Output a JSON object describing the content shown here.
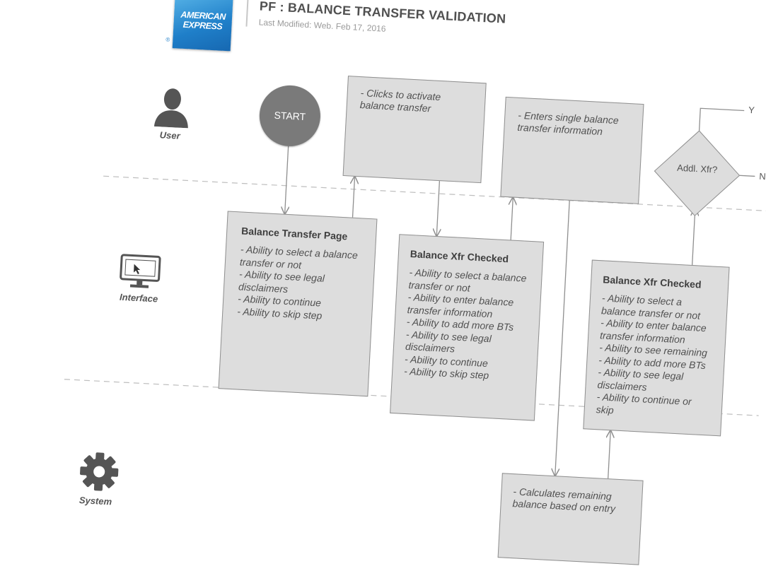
{
  "header": {
    "logo_line1": "AMERICAN",
    "logo_line2": "EXPRESS",
    "logo_registered": "®",
    "title": "PF : BALANCE TRANSFER VALIDATION",
    "last_modified": "Last Modified: Web. Feb 17, 2016"
  },
  "lanes": [
    {
      "label": "User",
      "icon": "user-icon"
    },
    {
      "label": "Interface",
      "icon": "monitor-icon"
    },
    {
      "label": "System",
      "icon": "gear-icon"
    }
  ],
  "start": {
    "label": "START"
  },
  "user_notes": [
    {
      "text": "- Clicks to activate balance transfer"
    },
    {
      "text": "- Enters single balance transfer information"
    }
  ],
  "interface_boxes": [
    {
      "heading": "Balance Transfer Page",
      "items": [
        "- Ability to select a balance transfer or not",
        "- Ability to see legal disclaimers",
        "- Ability to continue",
        "- Ability to skip step"
      ]
    },
    {
      "heading": "Balance Xfr Checked",
      "items": [
        "- Ability to select a balance transfer or not",
        "- Ability to enter balance transfer information",
        "- Ability to add more BTs",
        "- Ability to see legal disclaimers",
        "- Ability to continue",
        "- Ability to skip step"
      ]
    },
    {
      "heading": "Balance Xfr Checked",
      "items": [
        "- Ability to select a balance transfer or not",
        "- Ability to enter balance transfer information",
        "- Ability to see remaining",
        "- Ability to add more BTs",
        "- Ability to see legal disclaimers",
        "- Ability to continue or skip"
      ]
    }
  ],
  "system_note": {
    "text": "- Calculates remaining balance based on entry"
  },
  "decision": {
    "text": "Addl. Xfr?",
    "yes_label": "Y",
    "no_label": "N"
  },
  "colors": {
    "box_fill": "#dddddd",
    "box_border": "#8f8f8f",
    "start_fill": "#7a7a7a",
    "logo_blue": "#1f7fc9"
  }
}
